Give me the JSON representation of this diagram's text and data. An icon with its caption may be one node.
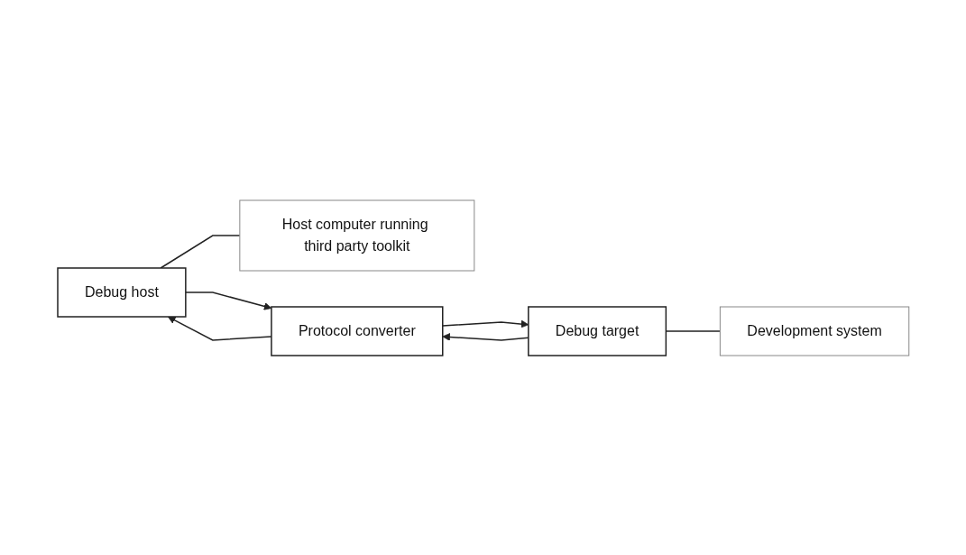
{
  "diagram": {
    "nodes": [
      {
        "text": [
          "Debug host"
        ]
      },
      {
        "text": [
          "Host computer running third party toolkit"
        ]
      },
      {
        "text": [
          "Protocol converter"
        ]
      },
      {
        "text": [
          "Debug target"
        ]
      },
      {
        "text": [
          "Development system"
        ]
      }
    ],
    "edges": [
      {
        "from": 0,
        "to": 1,
        "arrow": "none"
      },
      {
        "from": 0,
        "to": 2,
        "arrow": "to"
      },
      {
        "from": 2,
        "to": 0,
        "arrow": "to"
      },
      {
        "from": 2,
        "to": 3,
        "arrow": "to"
      },
      {
        "from": 3,
        "to": 2,
        "arrow": "to"
      },
      {
        "from": 3,
        "to": 4,
        "arrow": "none"
      }
    ]
  }
}
